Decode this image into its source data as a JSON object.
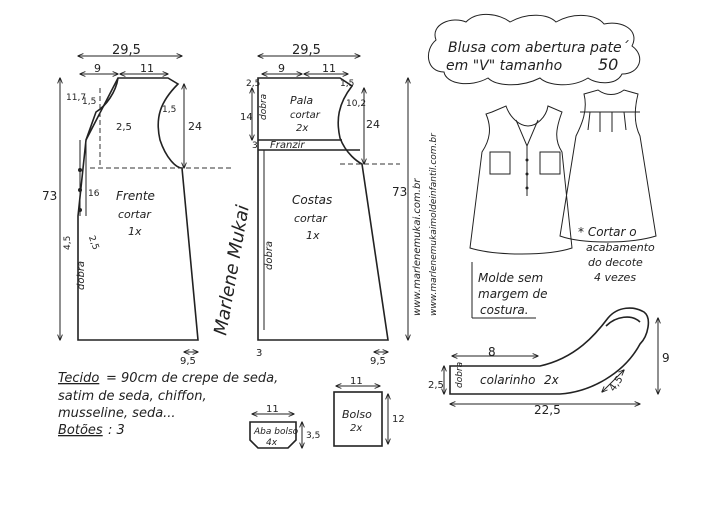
{
  "title": {
    "line1": "Blusa com abertura pate´",
    "line2": "em \"V\" tamanho",
    "size": "50"
  },
  "front": {
    "name": "Frente",
    "cut": "cortar",
    "qty": "1x",
    "dim_top_total": "29,5",
    "dim_top_left": "9",
    "dim_top_mid": "11",
    "dim_neck_drop": "11,7",
    "dim_shoulder_1": "1,5",
    "dim_shoulder_2": "1,5",
    "dim_diag": "2,5",
    "dim_armhole": "24",
    "dim_length": "73",
    "dim_placket": "16",
    "dim_placket2": "4,5",
    "dim_diag2": "2,5",
    "fold_label": "dobra",
    "dim_hem": "9,5"
  },
  "back": {
    "name": "Costas",
    "cut": "cortar",
    "qty": "1x",
    "dim_top_total": "29,5",
    "dim_top_left": "9",
    "dim_top_mid": "11",
    "dim_yoke_left": "2,5",
    "dim_yoke_right": "1,5",
    "dim_yoke_height": "14",
    "yoke_name": "Pala",
    "yoke_cut": "cortar",
    "yoke_qty": "2x",
    "dim_yoke_edge": "10,2",
    "dim_armhole": "24",
    "dim_length": "73",
    "gather_label": "Franzir",
    "gather_left": "3",
    "fold_label": "dobra",
    "dim_bottom_left": "3",
    "dim_hem": "9,5"
  },
  "signature": "Marlene Mukai",
  "website1": "www.marlenemukai.com.br",
  "website2": "www.marlenemukaimoldeinfantil.com.br",
  "note": {
    "line1": "* Cortar o",
    "line2": "acabamento",
    "line3": "do decote",
    "line4": "4 vezes"
  },
  "molde": {
    "line1": "Molde sem",
    "line2": "margem de",
    "line3": "costura."
  },
  "collar": {
    "label": "colarinho",
    "qty": "2x",
    "fold": "dobra",
    "dim_top": "8",
    "dim_left": "2,5",
    "dim_bottom": "22,5",
    "dim_diag": "4,5",
    "dim_right": "9"
  },
  "fabric": {
    "label": "Tecido",
    "line1": "= 90cm de crepe de seda,",
    "line2": "satim de seda, chiffon,",
    "line3": "musseline, seda...",
    "buttons_label": "Botões",
    "buttons_value": ": 3"
  },
  "pocket_flap": {
    "name": "Aba bolso",
    "qty": "4x",
    "dim_w": "11",
    "dim_h": "3,5"
  },
  "pocket": {
    "name": "Bolso",
    "qty": "2x",
    "dim_w": "11",
    "dim_h": "12"
  }
}
